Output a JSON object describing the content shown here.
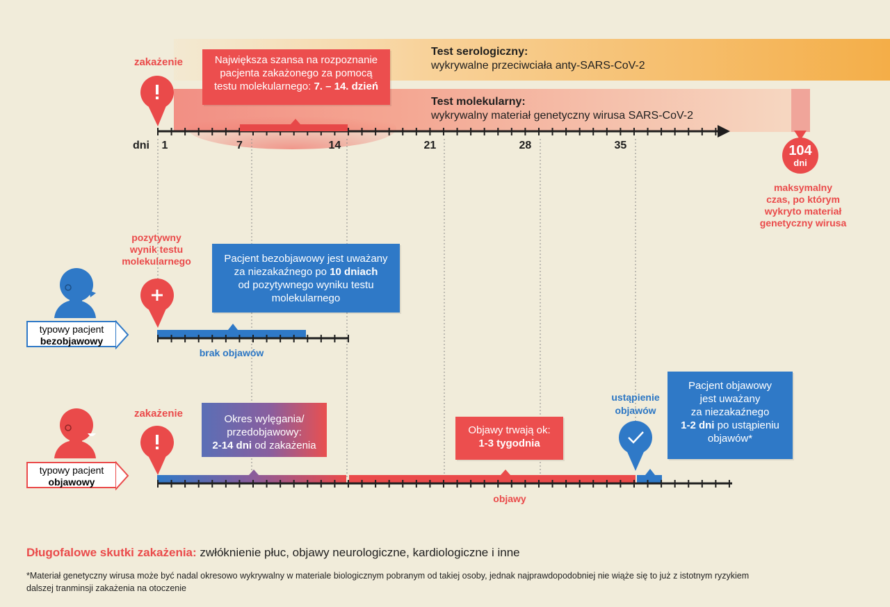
{
  "top": {
    "infection_label": "zakażenie",
    "best_chance_box": {
      "line1": "Największa szansa na rozpoznanie",
      "line2": "pacjenta zakażonego za pomocą",
      "line3_prefix": "testu molekularnego: ",
      "line3_bold": "7. – 14. dzień"
    },
    "serological": {
      "title": "Test serologiczny:",
      "desc": "wykrywalne przeciwciała anty-SARS-CoV-2"
    },
    "molecular": {
      "title": "Test molekularny:",
      "desc": "wykrywalny materiał genetyczny wirusa SARS-CoV-2"
    },
    "axis_label": "dni",
    "ticks": [
      "1",
      "7",
      "14",
      "21",
      "28",
      "35"
    ],
    "max_marker": {
      "value": "104",
      "unit": "dni"
    },
    "max_note": [
      "maksymalny",
      "czas, po którym",
      "wykryto materiał",
      "genetyczny wirusa"
    ]
  },
  "asymptomatic": {
    "positive_label": [
      "pozytywny",
      "wynik testu",
      "molekularnego"
    ],
    "box": {
      "line1": "Pacjent bezobjawowy jest uważany",
      "line2_prefix": "za niezakaźnego po ",
      "line2_bold": "10 dniach",
      "line3": "od pozytywnego wyniku testu",
      "line4": "molekularnego"
    },
    "patient_line1": "typowy pacjent",
    "patient_line2": "bezobjawowy",
    "no_symptoms": "brak objawów"
  },
  "symptomatic": {
    "infection_label": "zakażenie",
    "incubation_box": {
      "line1": "Okres wylęgania/",
      "line2": "przedobjawowy:",
      "line3_bold": "2-14 dni",
      "line3_suffix": " od zakażenia"
    },
    "symptoms_box": {
      "line1": "Objawy trwają ok:",
      "line2_bold": "1-3 tygodnia"
    },
    "recovery_label": [
      "ustąpienie",
      "objawów"
    ],
    "noninfectious_box": {
      "line1": "Pacjent objawowy",
      "line2": "jest uważany",
      "line3": "za niezakaźnego",
      "line4_bold": "1-2 dni",
      "line4_suffix": " po ustąpieniu",
      "line5": "objawów*"
    },
    "patient_line1": "typowy pacjent",
    "patient_line2": "objawowy",
    "symptoms_label": "objawy"
  },
  "footer": {
    "longterm_bold": "Długofalowe skutki zakażenia:",
    "longterm_rest": " zwłóknienie płuc, objawy neurologiczne, kardiologiczne i inne",
    "footnote_line1": "*Materiał genetyczny wirusa może być nadal okresowo wykrywalny w materiale biologicznym pobranym od takiej osoby, jednak najprawdopodobniej nie wiąże się to już z istotnym ryzykiem",
    "footnote_line2": "dalszej tranminsji zakażenia na otoczenie"
  },
  "colors": {
    "red": "#ea4a4a",
    "blue": "#2f79c7",
    "orange": "#f6b44e",
    "background": "#f1ecda",
    "axis": "#1e1e1e"
  },
  "icons": [
    "exclamation-icon",
    "plus-icon",
    "check-icon",
    "person-icon"
  ]
}
